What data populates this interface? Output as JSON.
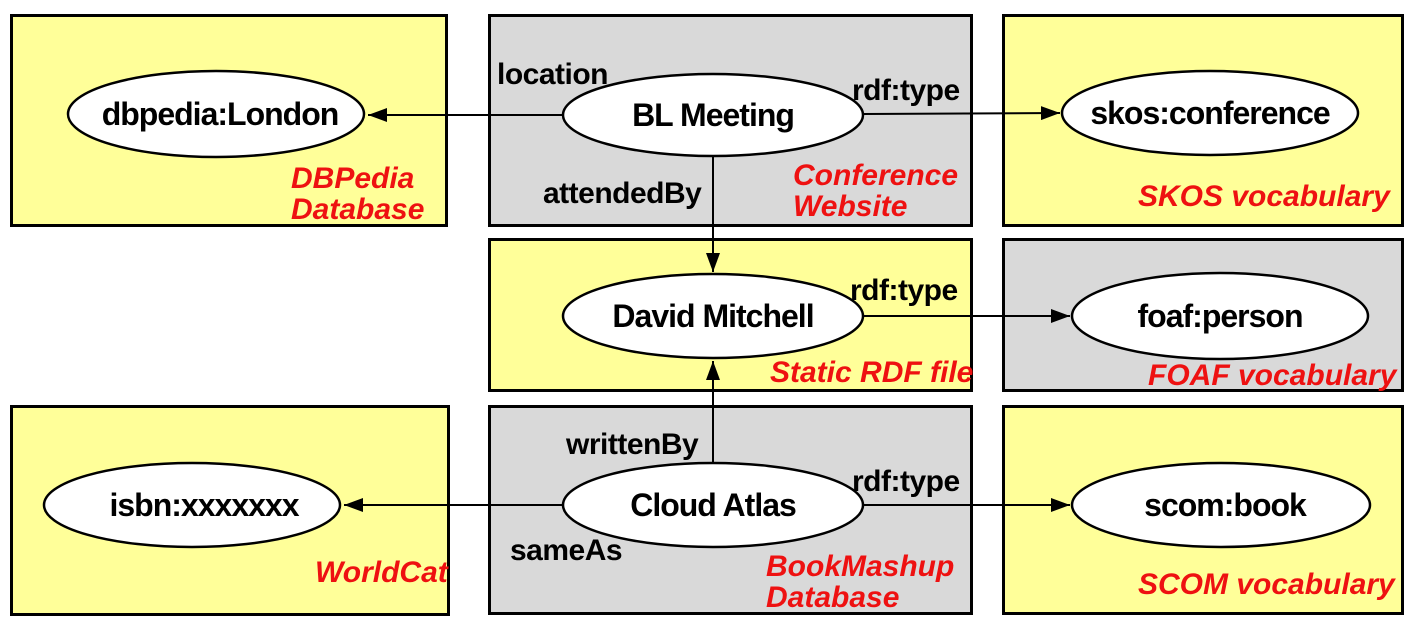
{
  "colors": {
    "region_yellow": "#FFFF99",
    "region_gray": "#D9D9D9",
    "annotation_red": "#EE1111",
    "node_fill": "#FFFFFF",
    "outline_black": "#000000",
    "page_background": "#FFFFFF"
  },
  "nodes": {
    "dbpedia_london": "dbpedia:London",
    "bl_meeting": "BL Meeting",
    "skos_conference": "skos:conference",
    "david_mitchell": "David Mitchell",
    "foaf_person": "foaf:person",
    "isbn_xxxxxxx": "isbn:xxxxxxx",
    "cloud_atlas": "Cloud Atlas",
    "scom_book": "scom:book"
  },
  "edges": [
    {
      "from": "BL Meeting",
      "to": "dbpedia:London",
      "label": "location"
    },
    {
      "from": "BL Meeting",
      "to": "skos:conference",
      "label": "rdf:type"
    },
    {
      "from": "BL Meeting",
      "to": "David Mitchell",
      "label": "attendedBy"
    },
    {
      "from": "David Mitchell",
      "to": "foaf:person",
      "label": "rdf:type"
    },
    {
      "from": "Cloud Atlas",
      "to": "David Mitchell",
      "label": "writtenBy"
    },
    {
      "from": "Cloud Atlas",
      "to": "isbn:xxxxxxx",
      "label": "sameAs"
    },
    {
      "from": "Cloud Atlas",
      "to": "scom:book",
      "label": "rdf:type"
    }
  ],
  "regions": {
    "dbpedia_database": {
      "caption_lines": [
        "DBPedia",
        "Database"
      ]
    },
    "conference_website": {
      "caption_lines": [
        "Conference",
        "Website"
      ]
    },
    "skos_vocabulary": {
      "caption_lines": [
        "SKOS vocabulary"
      ]
    },
    "static_rdf_file": {
      "caption_lines": [
        "Static RDF file"
      ]
    },
    "foaf_vocabulary": {
      "caption_lines": [
        "FOAF vocabulary"
      ]
    },
    "worldcat": {
      "caption_lines": [
        "WorldCat"
      ]
    },
    "bookmashup_database": {
      "caption_lines": [
        "BookMashup",
        "Database"
      ]
    },
    "scom_vocabulary": {
      "caption_lines": [
        "SCOM vocabulary"
      ]
    }
  }
}
